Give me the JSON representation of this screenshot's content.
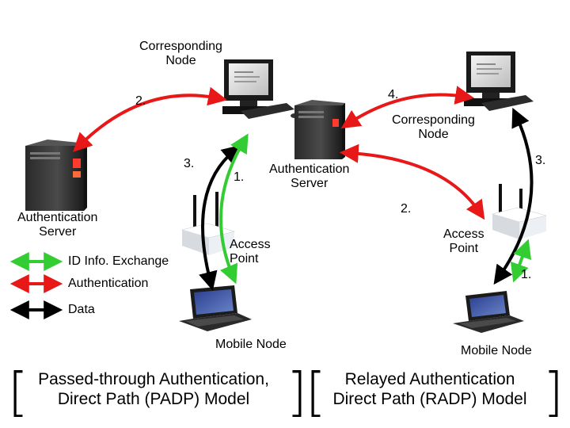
{
  "left_model": {
    "corresponding_node_label": "Corresponding\nNode",
    "auth_server_label": "Authentication\nServer",
    "access_point_label": "Access\nPoint",
    "mobile_node_label": "Mobile Node",
    "step_2": "2.",
    "step_3": "3.",
    "step_1": "1.",
    "caption": "Passed-through Authentication,\nDirect Path (PADP) Model"
  },
  "right_model": {
    "auth_server_label": "Authentication\nServer",
    "corresponding_node_label": "Corresponding\nNode",
    "access_point_label": "Access\nPoint",
    "mobile_node_label": "Mobile Node",
    "step_4": "4.",
    "step_3": "3.",
    "step_2": "2.",
    "step_1": "1.",
    "caption": "Relayed Authentication\nDirect Path (RADP) Model"
  },
  "legend": {
    "items": [
      {
        "label": "ID Info. Exchange",
        "color": "#33cc33",
        "icon": "green-double-arrow"
      },
      {
        "label": "Authentication",
        "color": "#e81818",
        "icon": "red-double-arrow"
      },
      {
        "label": "Data",
        "color": "#000000",
        "icon": "black-double-arrow"
      }
    ]
  },
  "colors": {
    "id_exchange": "#33cc33",
    "authentication": "#e81818",
    "data": "#000000"
  }
}
